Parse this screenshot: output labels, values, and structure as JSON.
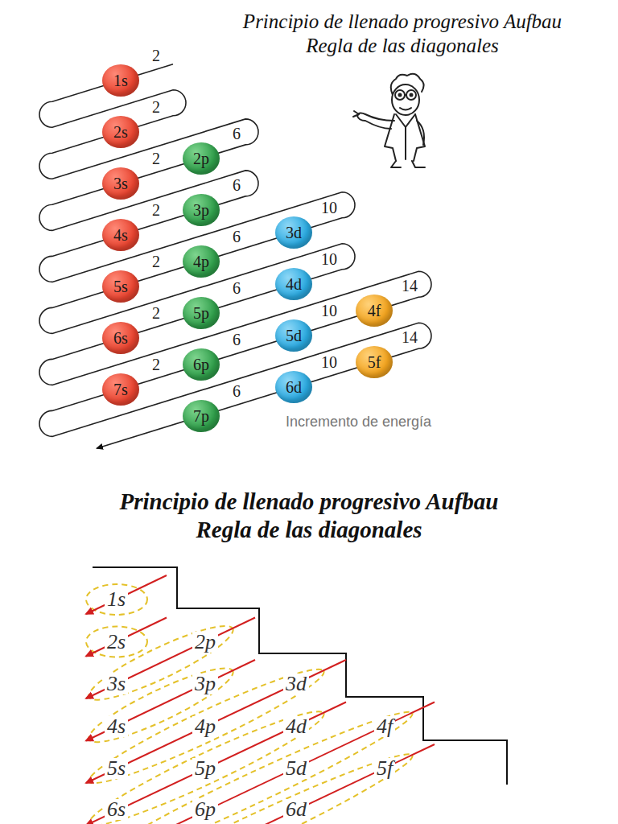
{
  "diagram": {
    "title": "Principio de llenado progresivo Aufbau Regla de las diagonales",
    "nodes": [
      {
        "text": [
          "1s"
        ]
      },
      {
        "text": [
          "2s"
        ]
      },
      {
        "text": [
          "2p"
        ]
      },
      {
        "text": [
          "3s"
        ]
      },
      {
        "text": [
          "3p"
        ]
      },
      {
        "text": [
          "3d"
        ]
      },
      {
        "text": [
          "4s"
        ]
      },
      {
        "text": [
          "4p"
        ]
      },
      {
        "text": [
          "4d"
        ]
      },
      {
        "text": [
          "4f"
        ]
      },
      {
        "text": [
          "5s"
        ]
      },
      {
        "text": [
          "5p"
        ]
      },
      {
        "text": [
          "5d"
        ]
      },
      {
        "text": [
          "5f"
        ]
      },
      {
        "text": [
          "6s"
        ]
      },
      {
        "text": [
          "6p"
        ]
      },
      {
        "text": [
          "6d"
        ]
      },
      {
        "text": [
          "7s"
        ]
      },
      {
        "text": [
          "7p"
        ]
      }
    ],
    "labels": [
      "2",
      "2",
      "6",
      "2",
      "6",
      "10",
      "2",
      "6",
      "10",
      "14",
      "2",
      "6",
      "10",
      "14",
      "2",
      "6",
      "10",
      "2",
      "6",
      "Incremento de energía",
      "Principio de llenado progresivo Aufbau Regla de las diagonales",
      "1s",
      "2s",
      "2p",
      "3s",
      "3p",
      "3d",
      "4s",
      "4p",
      "4d",
      "4f",
      "5s",
      "5p",
      "5d",
      "5f",
      "6s",
      "6p",
      "6d"
    ]
  }
}
